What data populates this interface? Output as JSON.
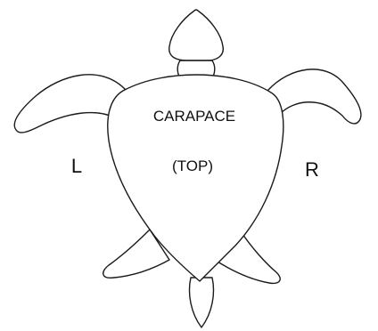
{
  "diagram": {
    "labels": {
      "carapace": "CARAPACE",
      "view": "(TOP)",
      "left": "L",
      "right": "R"
    },
    "colors": {
      "outline": "#1a1a1a",
      "background": "#ffffff",
      "text": "#111111"
    }
  }
}
